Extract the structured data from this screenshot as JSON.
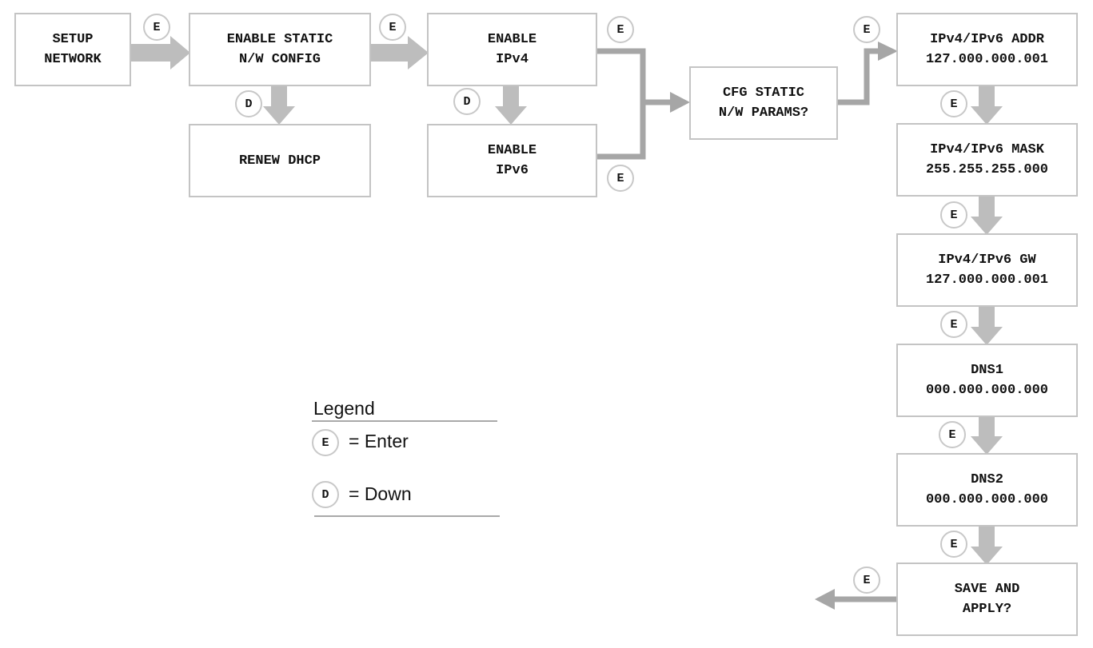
{
  "boxes": {
    "setup_network": [
      "SETUP",
      "NETWORK"
    ],
    "enable_static": [
      "ENABLE STATIC",
      "N/W CONFIG"
    ],
    "renew_dhcp": [
      "RENEW DHCP"
    ],
    "enable_ipv4": [
      "ENABLE",
      "IPv4"
    ],
    "enable_ipv6": [
      "ENABLE",
      "IPv6"
    ],
    "cfg_static": [
      "CFG STATIC",
      "N/W PARAMS?"
    ],
    "addr": [
      "IPv4/IPv6 ADDR",
      "127.000.000.001"
    ],
    "mask": [
      "IPv4/IPv6 MASK",
      "255.255.255.000"
    ],
    "gw": [
      "IPv4/IPv6 GW",
      "127.000.000.001"
    ],
    "dns1": [
      "DNS1",
      "000.000.000.000"
    ],
    "dns2": [
      "DNS2",
      "000.000.000.000"
    ],
    "save": [
      "SAVE AND",
      "APPLY?"
    ]
  },
  "keys": {
    "enter": "E",
    "down": "D"
  },
  "legend": {
    "title": "Legend",
    "enter_label": "= Enter",
    "down_label": "= Down"
  },
  "colors": {
    "arrow": "#bdbdbd",
    "arrow_dark": "#a6a6a6",
    "box_border": "#c4c4c4",
    "legend_line": "#a9a9a9"
  }
}
